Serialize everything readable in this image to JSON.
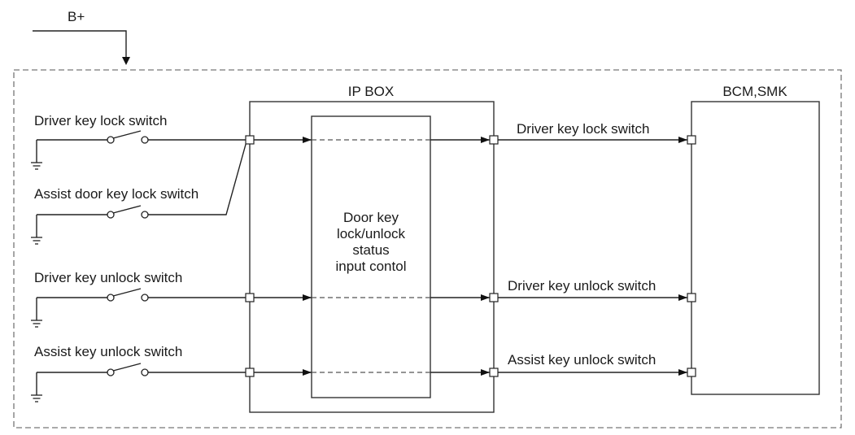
{
  "power": {
    "label": "B+"
  },
  "ip_box": {
    "title": "IP BOX",
    "control_lines": [
      "Door key",
      "lock/unlock",
      "status",
      "input contol"
    ]
  },
  "bcm": {
    "title": "BCM,SMK"
  },
  "input_switches": [
    {
      "label": "Driver key lock switch"
    },
    {
      "label": "Assist door key lock switch"
    },
    {
      "label": "Driver key unlock switch"
    },
    {
      "label": "Assist key unlock switch"
    }
  ],
  "output_signals": [
    {
      "label": "Driver key lock switch"
    },
    {
      "label": "Driver key unlock switch"
    },
    {
      "label": "Assist key unlock switch"
    }
  ]
}
